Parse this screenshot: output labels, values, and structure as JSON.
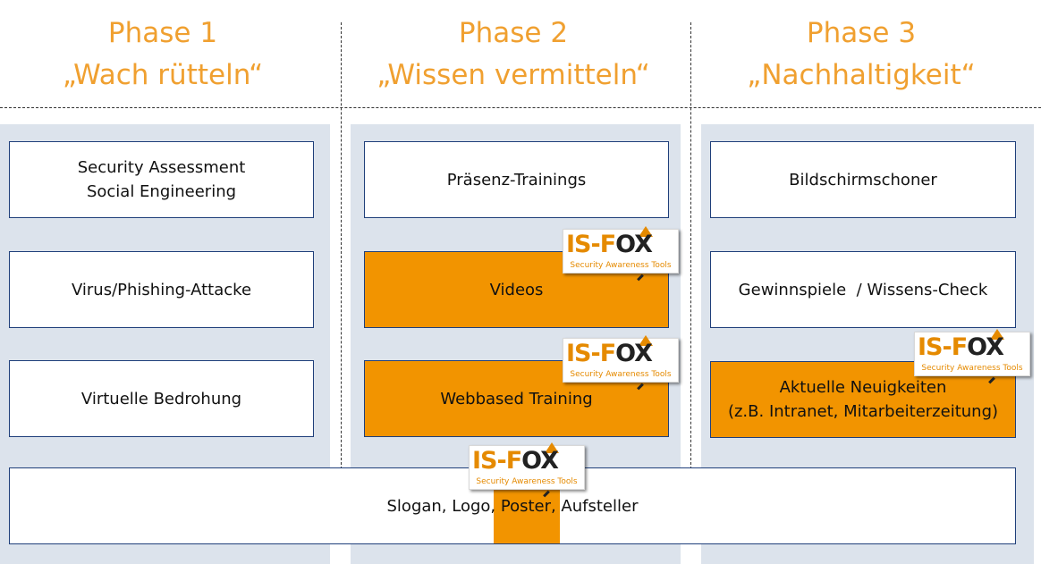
{
  "colors": {
    "accent": "#F0A030",
    "highlight": "#F29400",
    "border": "#1F3F7A",
    "column_bg": "#DCE3EC"
  },
  "phases": [
    {
      "title": "Phase 1",
      "subtitle": "„Wach rütteln“"
    },
    {
      "title": "Phase 2",
      "subtitle": "„Wissen vermitteln“"
    },
    {
      "title": "Phase 3",
      "subtitle": "„Nachhaltigkeit“"
    }
  ],
  "boxes": {
    "p1_row1_line1": "Security Assessment",
    "p1_row1_line2": "Social Engineering",
    "p1_row2": "Virus/Phishing-Attacke",
    "p1_row3": "Virtuelle Bedrohung",
    "p2_row1": "Präsenz-Trainings",
    "p2_row2": "Videos",
    "p2_row3": "Webbased Training",
    "p3_row1": "Bildschirmschoner",
    "p3_row2": "Gewinnspiele  / Wissens-Check",
    "p3_row3_line1": "Aktuelle Neuigkeiten",
    "p3_row3_line2": "(z.B. Intranet, Mitarbeiterzeitung)",
    "bottom": "Slogan, Logo, Poster, Aufsteller"
  },
  "logo": {
    "brand_part1": "IS-F",
    "brand_part2": "OX",
    "tagline": "Security Awareness Tools",
    "icon": "fox-head-icon"
  }
}
